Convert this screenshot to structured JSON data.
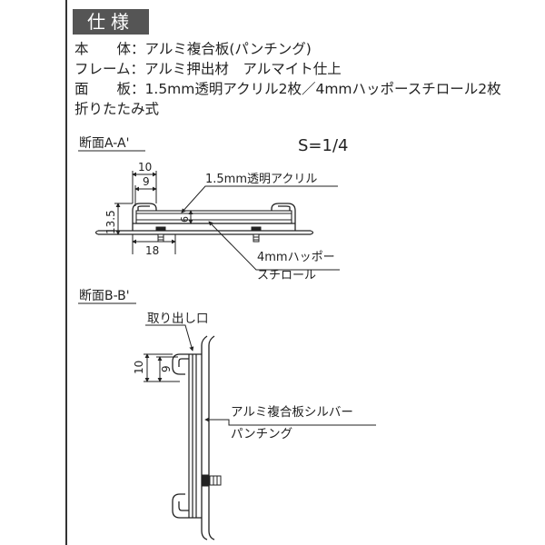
{
  "title": "仕様",
  "specs": [
    {
      "label": "本　　体",
      "value": "アルミ複合板(パンチング)"
    },
    {
      "label": "フレーム",
      "value": "アルミ押出材　アルマイト仕上"
    },
    {
      "label": "面　　板",
      "value": "1.5mm透明アクリル2枚／4mmハッポースチロール2枚"
    },
    {
      "label": "",
      "value": "折りたたみ式"
    }
  ],
  "section_a": {
    "heading": "断面A-A'",
    "scale": "S=1/4",
    "dim_10": "10",
    "dim_9": "9",
    "dim_13_5": "13.5",
    "dim_6": "6",
    "dim_18": "18",
    "label_acrylic": "1.5mm透明アクリル",
    "label_foam_1": "4mmハッポー",
    "label_foam_2": "スチロール"
  },
  "section_b": {
    "heading": "断面B-B'",
    "label_outlet": "取り出し口",
    "dim_10": "10",
    "dim_9": "9",
    "label_panel_1": "アルミ複合板シルバー",
    "label_panel_2": "パンチング"
  }
}
